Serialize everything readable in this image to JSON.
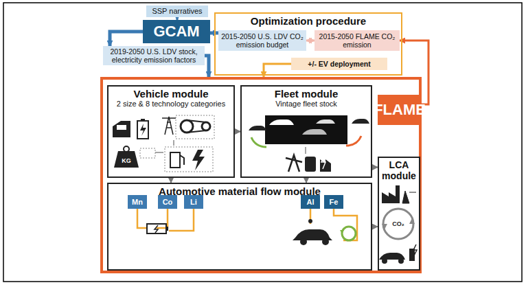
{
  "diagram": {
    "nodes": [
      {
        "text": [
          "SSP narratives"
        ]
      },
      {
        "text": [
          "GCAM"
        ]
      },
      {
        "text": [
          "2019-2050 U.S. LDV stock, electricity emission factors"
        ]
      },
      {
        "text": [
          "Optimization procedure"
        ]
      },
      {
        "text": [
          "2015-2050 U.S. LDV CO₂ emission budget"
        ],
        "in": 3
      },
      {
        "text": [
          "2015-2050 FLAME CO₂ emission"
        ],
        "in": 3
      },
      {
        "text": [
          "+/- EV deployment"
        ],
        "in": 3
      },
      {
        "text": [
          "FLAME"
        ]
      },
      {
        "text": [
          "Vehicle module",
          "2 size & 8 technology categories"
        ],
        "in": 7
      },
      {
        "text": [
          "Fleet module",
          "Vintage fleet stock"
        ],
        "in": 7
      },
      {
        "text": [
          "LCA module"
        ],
        "in": 7
      },
      {
        "text": [
          "Automotive material flow module"
        ],
        "in": 7
      }
    ],
    "edges": [
      {
        "from": 0,
        "to": 1,
        "arrow": "to"
      },
      {
        "from": 1,
        "to": 2,
        "arrow": "to"
      },
      {
        "from": 1,
        "to": 4,
        "arrow": "to"
      },
      {
        "from": 2,
        "to": 7,
        "arrow": "to"
      },
      {
        "from": 5,
        "to": 4,
        "arrow": "both"
      },
      {
        "from": 6,
        "to": 7,
        "arrow": "to"
      },
      {
        "from": 7,
        "to": 5,
        "arrow": "to"
      },
      {
        "from": 8,
        "to": 9,
        "arrow": "to"
      },
      {
        "from": 8,
        "to": 11,
        "arrow": "to"
      },
      {
        "from": 9,
        "to": 11,
        "arrow": "to"
      },
      {
        "from": 9,
        "to": 10,
        "arrow": "to"
      },
      {
        "from": 11,
        "to": 10,
        "arrow": "to"
      }
    ],
    "labels": [
      "Mn",
      "Co",
      "Li",
      "Al",
      "Fe",
      "KG",
      "CO₂"
    ]
  }
}
